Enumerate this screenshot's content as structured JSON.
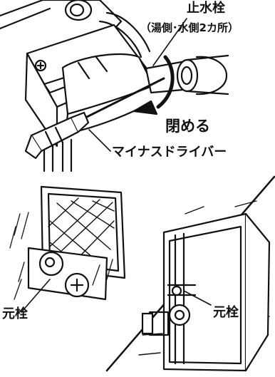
{
  "labels": {
    "stop_valve": "止水栓",
    "stop_valve_note": "（湯側･水側2カ所）",
    "close": "閉める",
    "screwdriver": "マイナスドライバー",
    "main_valve_left": "元栓",
    "main_valve_right": "元栓"
  },
  "colors": {
    "line": "#111111",
    "fill": "#ffffff",
    "grass": "#222222"
  }
}
